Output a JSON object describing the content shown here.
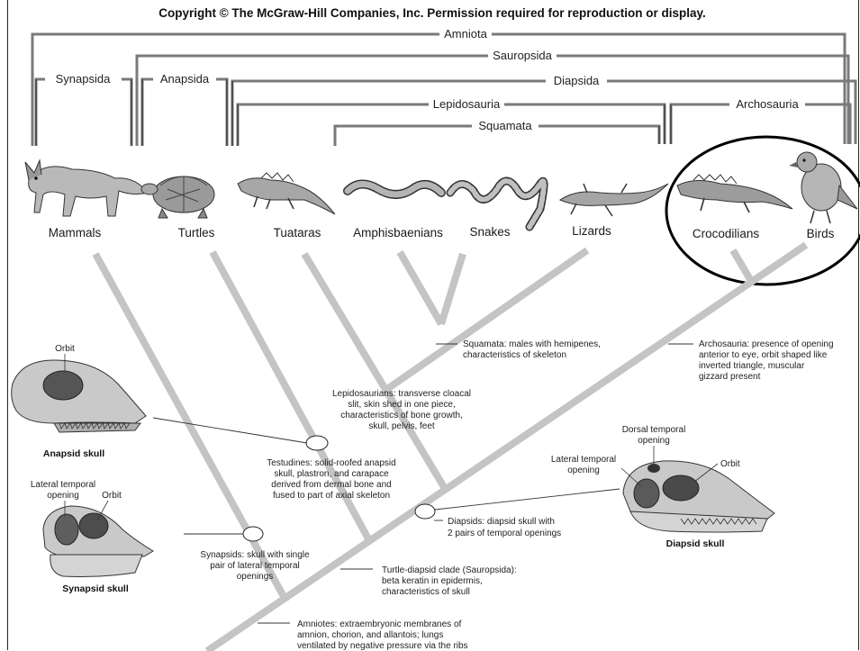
{
  "copyright": "Copyright © The McGraw-Hill Companies, Inc. Permission required for reproduction or display.",
  "clades": {
    "amniota": "Amniota",
    "sauropsida": "Sauropsida",
    "synapsida": "Synapsida",
    "anapsida": "Anapsida",
    "diapsida": "Diapsida",
    "lepidosauria": "Lepidosauria",
    "archosauria": "Archosauria",
    "squamata": "Squamata"
  },
  "taxa": {
    "mammals": "Mammals",
    "turtles": "Turtles",
    "tuataras": "Tuataras",
    "amphisbaenians": "Amphisbaenians",
    "snakes": "Snakes",
    "lizards": "Lizards",
    "crocodilians": "Crocodilians",
    "birds": "Birds"
  },
  "annotations": {
    "squamata": [
      "Squamata: males with hemipenes,",
      "characteristics of skeleton"
    ],
    "archosauria": [
      "Archosauria: presence of opening",
      "anterior to eye, orbit shaped like",
      "inverted triangle, muscular",
      "gizzard present"
    ],
    "lepidosaurians": [
      "Lepidosaurians: transverse cloacal",
      "slit, skin shed in one piece,",
      "characteristics of bone growth,",
      "skull, pelvis, feet"
    ],
    "testudines": [
      "Testudines: solid-roofed anapsid",
      "skull, plastron, and carapace",
      "derived from dermal bone and",
      "fused to part of axial skeleton"
    ],
    "diapsids": [
      "Diapsids: diapsid skull with",
      "2 pairs of temporal openings"
    ],
    "synapsids": [
      "Synapsids: skull with single",
      "pair of lateral temporal",
      "openings"
    ],
    "sauropsida": [
      "Turtle-diapsid clade (Sauropsida):",
      "beta keratin in epidermis,",
      "characteristics of skull"
    ],
    "amniotes": [
      "Amniotes: extraembryonic membranes of",
      "amnion, chorion, and allantois; lungs",
      "ventilated by negative pressure via the ribs"
    ]
  },
  "skulls": {
    "anapsid": {
      "caption": "Anapsid skull",
      "orbit": "Orbit"
    },
    "synapsid": {
      "caption": "Synapsid skull",
      "orbit": "Orbit",
      "opening": [
        "Lateral temporal",
        "opening"
      ]
    },
    "diapsid": {
      "caption": "Diapsid skull",
      "orbit": "Orbit",
      "lateral": [
        "Lateral temporal",
        "opening"
      ],
      "dorsal": [
        "Dorsal temporal",
        "opening"
      ]
    }
  }
}
